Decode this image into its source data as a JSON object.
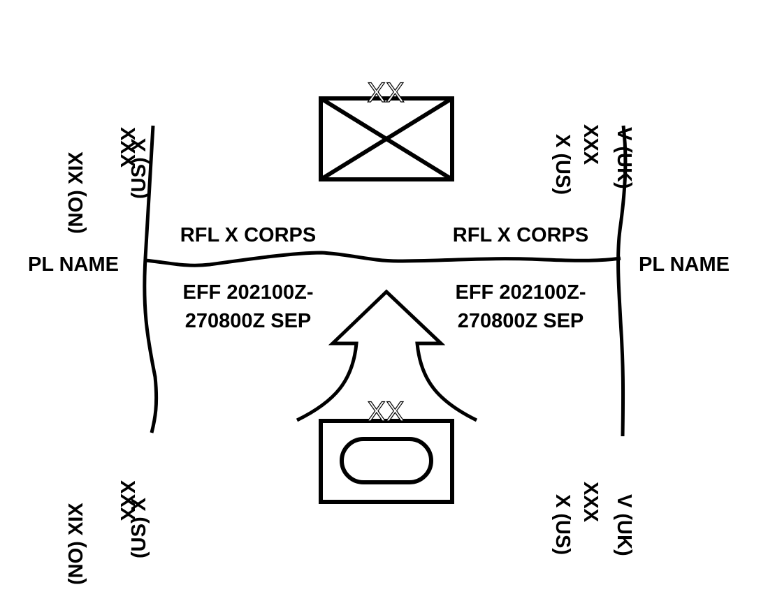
{
  "colors": {
    "line": "#000000",
    "background": "#ffffff"
  },
  "boundaries": {
    "left": {
      "top_labels": [
        "(NO) XIX",
        "XXX",
        "(US) X"
      ],
      "bottom_labels": [
        "(NO) XIX",
        "XXX",
        "(US) X"
      ]
    },
    "right": {
      "top_labels": [
        "X (US)",
        "XXX",
        "V (UK)"
      ],
      "bottom_labels": [
        "X (US)",
        "XXX",
        "V (UK)"
      ]
    }
  },
  "phase_line": {
    "name_left": "PL NAME",
    "name_right": "PL NAME",
    "label_left": "RFL X CORPS",
    "label_right": "RFL X CORPS",
    "eff_left": [
      "EFF 202100Z-",
      "270800Z SEP"
    ],
    "eff_right": [
      "EFF 202100Z-",
      "270800Z SEP"
    ]
  },
  "units": {
    "infantry": {
      "echelon": "XX",
      "icon": "infantry-division-icon"
    },
    "armor": {
      "echelon": "XX",
      "icon": "armor-division-icon"
    }
  },
  "arrow": {
    "icon": "axis-of-advance-arrow-icon"
  }
}
